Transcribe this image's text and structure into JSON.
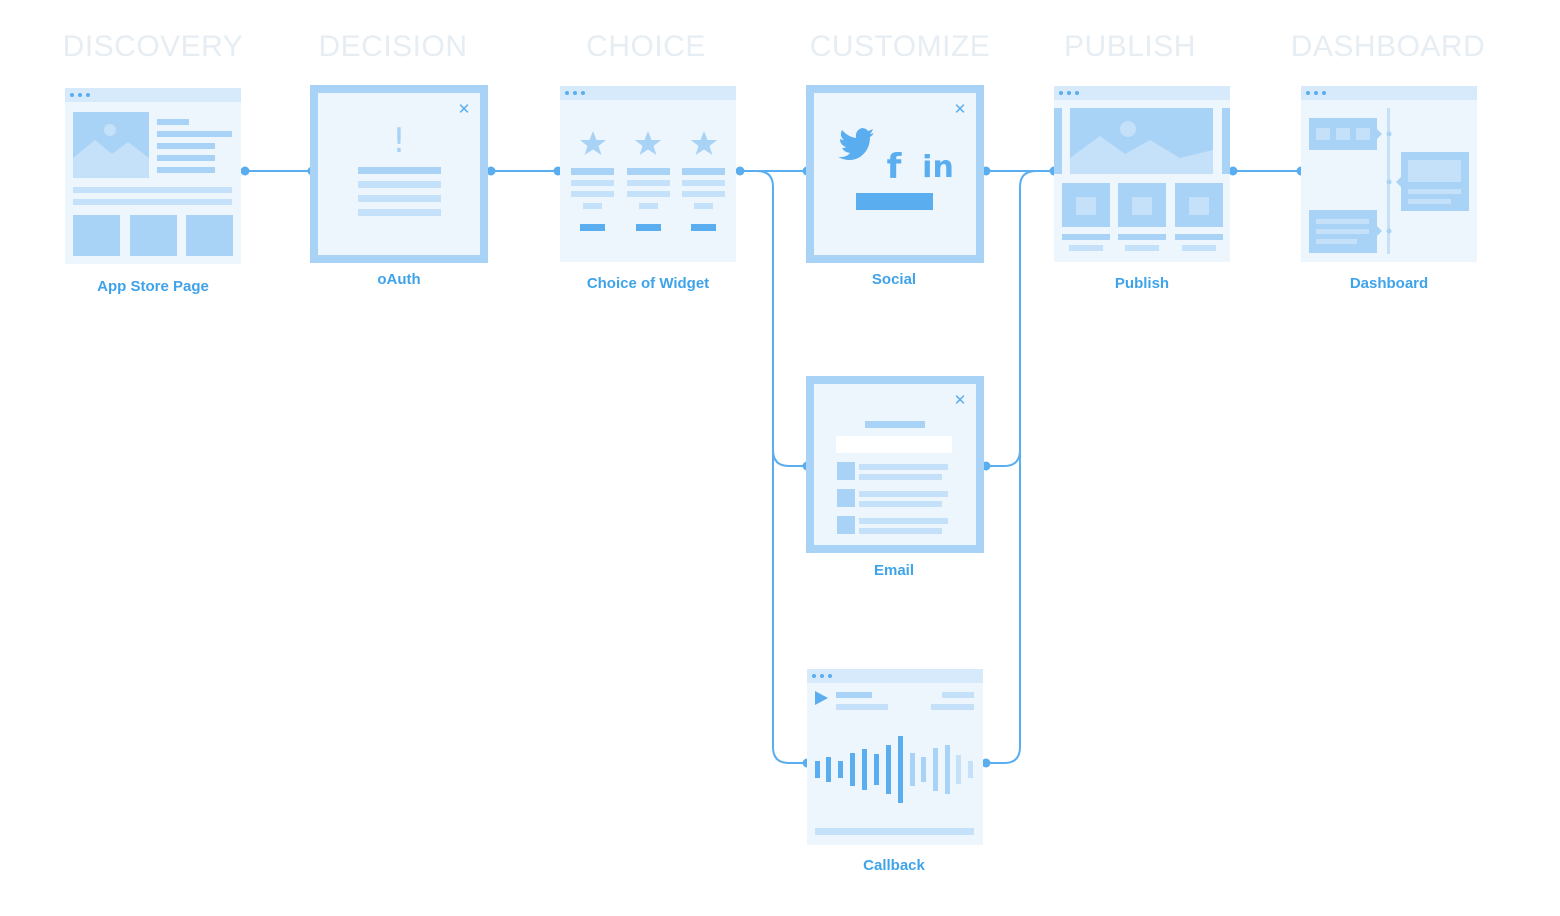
{
  "stages": [
    "DISCOVERY",
    "DECISION",
    "CHOICE",
    "CUSTOMIZE",
    "PUBLISH",
    "DASHBOARD"
  ],
  "screens": {
    "app_store_page": "App Store Page",
    "oauth": "oAuth",
    "choice_of_widget": "Choice of Widget",
    "social": "Social",
    "email": "Email",
    "callback": "Callback",
    "publish": "Publish",
    "dashboard": "Dashboard"
  },
  "icons": {
    "modal_close": "close-icon",
    "alert": "exclamation-icon",
    "rating": "star-icon",
    "social": [
      "twitter-icon",
      "facebook-icon",
      "linkedin-icon"
    ],
    "media": "play-icon",
    "image": "image-placeholder-icon",
    "shop": "shopping-bag-icon"
  },
  "colors": {
    "accent": "#5aaef0",
    "light": "#a9d3f6",
    "card_bg": "#eef6fd",
    "stage_label": "#e6edf3",
    "screen_label": "#3fa3ea"
  },
  "glyphs": {
    "close": "✕",
    "alert": "!",
    "facebook": "f",
    "linkedin": "in"
  }
}
